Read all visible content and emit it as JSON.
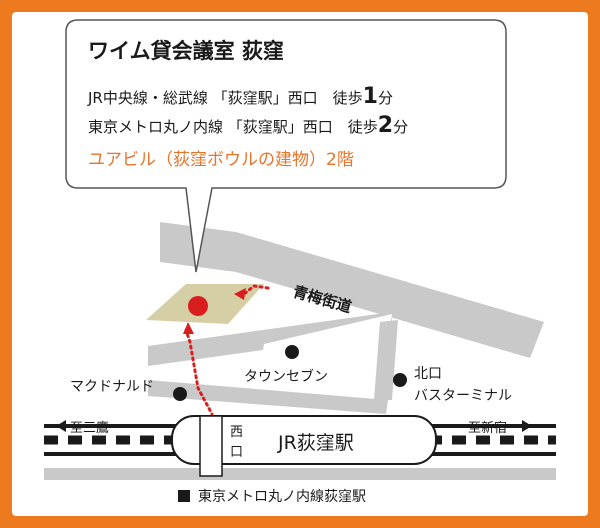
{
  "colors": {
    "frame": "#ee7a1f",
    "road": "#c9c9c9",
    "building": "#d6cfa6",
    "marker": "#d81e1e",
    "route": "#d81e1e",
    "highlight": "#e8742a",
    "text": "#1a1a1a"
  },
  "callout": {
    "title": "ワイム貸会議室 荻窪",
    "line1": "JR中央線・総武線 「荻窪駅」西口　徒歩",
    "line1_minutes": "1",
    "line1_unit": "分",
    "line2": "東京メトロ丸ノ内線 「荻窪駅」西口　徒歩",
    "line2_minutes": "2",
    "line2_unit": "分",
    "highlight": "ユアビル（荻窪ボウルの建物）2階"
  },
  "map": {
    "street_name": "青梅街道",
    "landmarks": {
      "mcdonalds": "マクドナルド",
      "seven_eleven": "タウンセブン",
      "north_exit_1": "北口",
      "north_exit_2": "バスターミナル"
    },
    "station": {
      "name": "JR荻窪駅",
      "exit_top": "西",
      "exit_bottom": "口"
    },
    "directions": {
      "left": "至三鷹",
      "right": "至新宿"
    },
    "subway": "東京メトロ丸ノ内線荻窪駅"
  },
  "icons": {
    "left_arrow": "left-arrow-icon",
    "right_arrow": "right-arrow-icon",
    "subway_marker": "square-icon",
    "landmark_marker": "dot-icon"
  }
}
